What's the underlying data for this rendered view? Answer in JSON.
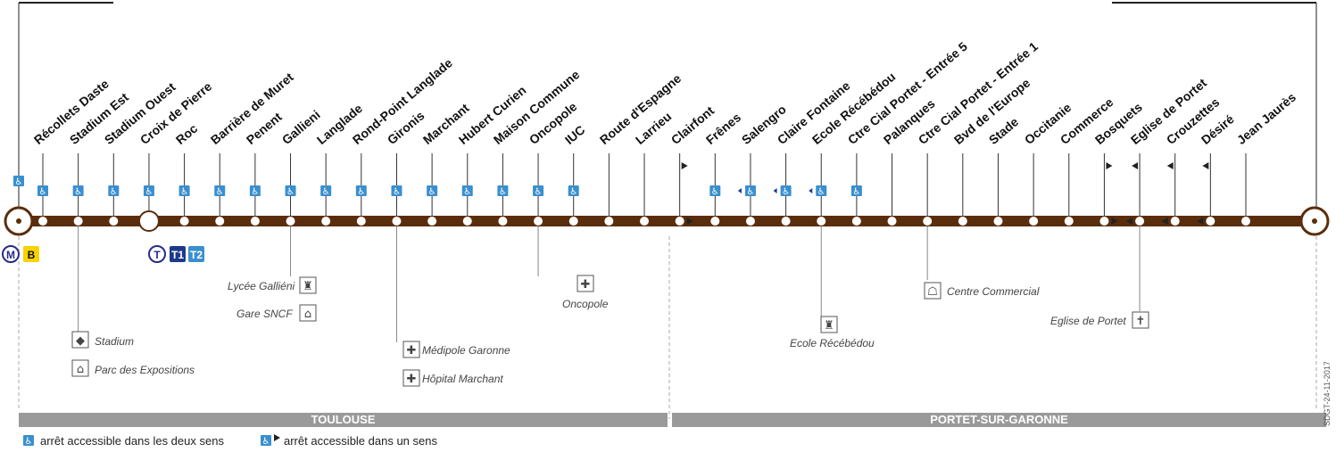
{
  "line": {
    "stops": [
      {
        "name": "Récollets Daste",
        "accessible": "both"
      },
      {
        "name": "Stadium Est",
        "accessible": "both"
      },
      {
        "name": "Stadium Ouest",
        "accessible": "both"
      },
      {
        "name": "Croix de Pierre",
        "accessible": "both"
      },
      {
        "name": "Roc",
        "accessible": "both"
      },
      {
        "name": "Barrière de Muret",
        "accessible": "both"
      },
      {
        "name": "Penent",
        "accessible": "both"
      },
      {
        "name": "Gallieni",
        "accessible": "both"
      },
      {
        "name": "Langlade",
        "accessible": "both"
      },
      {
        "name": "Rond-Point Langlade",
        "accessible": "both"
      },
      {
        "name": "Gironis",
        "accessible": "both"
      },
      {
        "name": "Marchant",
        "accessible": "both"
      },
      {
        "name": "Hubert Curien",
        "accessible": "both"
      },
      {
        "name": "Maison Commune",
        "accessible": "both"
      },
      {
        "name": "Oncopole",
        "accessible": "both"
      },
      {
        "name": "IUC",
        "accessible": "both"
      },
      {
        "name": "Route d'Espagne",
        "accessible": "none"
      },
      {
        "name": "Larrieu",
        "accessible": "none"
      },
      {
        "name": "Clairfont",
        "accessible": "none"
      },
      {
        "name": "Frênes",
        "accessible": "both"
      },
      {
        "name": "Salengro",
        "accessible": "one"
      },
      {
        "name": "Claire Fontaine",
        "accessible": "one"
      },
      {
        "name": "Ecole Récébédou",
        "accessible": "one"
      },
      {
        "name": "Ctre Cial Portet - Entrée 5",
        "accessible": "both"
      },
      {
        "name": "Palanques",
        "accessible": "none"
      },
      {
        "name": "Ctre Cial Portet - Entrée 1",
        "accessible": "none"
      },
      {
        "name": "Bvd de l'Europe",
        "accessible": "none"
      },
      {
        "name": "Stade",
        "accessible": "none"
      },
      {
        "name": "Occitanie",
        "accessible": "none"
      },
      {
        "name": "Commerce",
        "accessible": "none"
      },
      {
        "name": "Bosquets",
        "accessible": "none"
      },
      {
        "name": "Eglise de Portet",
        "accessible": "none"
      },
      {
        "name": "Crouzettes",
        "accessible": "none"
      },
      {
        "name": "Désiré",
        "accessible": "none"
      },
      {
        "name": "Jean Jaurès",
        "accessible": "none"
      }
    ],
    "color": "#5a2d0c",
    "accessibility_color": "#3a8fcf"
  },
  "connections": {
    "metro": "M",
    "metro_line": "B",
    "tram": "T",
    "tram_lines": [
      "T1",
      "T2"
    ]
  },
  "pois": {
    "lycee_gallieni": "Lycée Galliéni",
    "gare_sncf": "Gare SNCF",
    "stadium": "Stadium",
    "parc_expositions": "Parc des Expositions",
    "medipole": "Médipole Garonne",
    "hopital": "Hôpital Marchant",
    "oncopole": "Oncopole",
    "ecole": "Ecole Récébédou",
    "centre_commercial": "Centre Commercial",
    "eglise": "Eglise de Portet"
  },
  "communes": {
    "left": "TOULOUSE",
    "right": "PORTET-SUR-GARONNE"
  },
  "legend": {
    "both": "arrêt accessible dans les deux sens",
    "one": "arrêt accessible dans un sens"
  },
  "document_code": "SDGT-24-11-2017"
}
